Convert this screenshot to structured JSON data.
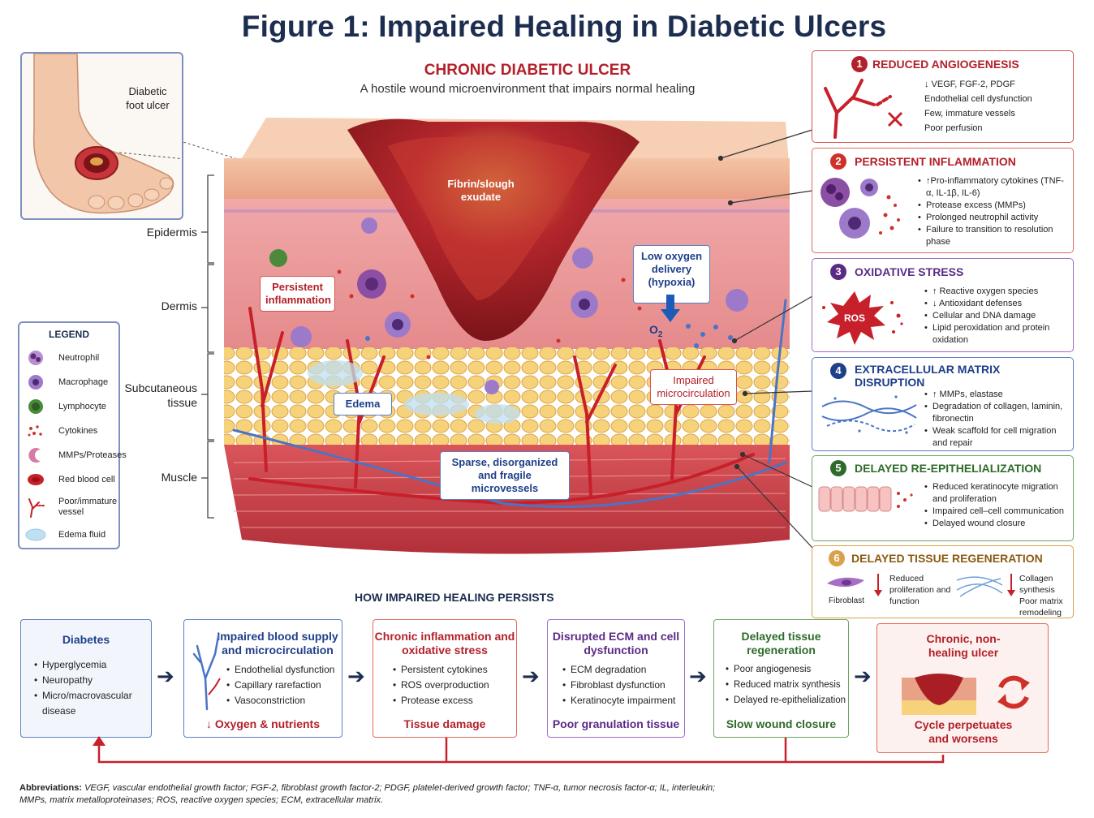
{
  "title": "Figure 1: Impaired Healing in Diabetic Ulcers",
  "main": {
    "heading": "CHRONIC DIABETIC ULCER",
    "subheading": "A hostile wound microenvironment that impairs normal healing"
  },
  "foot_inset": {
    "label": "Diabetic foot ulcer"
  },
  "layers": [
    "Epidermis",
    "Dermis",
    "Subcutaneous tissue",
    "Muscle"
  ],
  "legend": {
    "title": "LEGEND",
    "items": [
      {
        "label": "Neutrophil",
        "icon": "neutrophil-icon",
        "color": "#8b4fa3"
      },
      {
        "label": "Macrophage",
        "icon": "macrophage-icon",
        "color": "#9d7ac9"
      },
      {
        "label": "Lymphocyte",
        "icon": "lymphocyte-icon",
        "color": "#4b8a3a"
      },
      {
        "label": "Cytokines",
        "icon": "cytokines-icon",
        "color": "#d0302a"
      },
      {
        "label": "MMPs/Proteases",
        "icon": "mmp-icon",
        "color": "#d97aa6"
      },
      {
        "label": "Red blood cell",
        "icon": "rbc-icon",
        "color": "#c8202a"
      },
      {
        "label": "Poor/immature vessel",
        "icon": "vessel-icon",
        "color": "#c8202a"
      },
      {
        "label": "Edema fluid",
        "icon": "edema-icon",
        "color": "#9cc8e8"
      }
    ]
  },
  "callouts": {
    "fibrin": "Fibrin/slough exudate",
    "inflammation": "Persistent inflammation",
    "oxygen": "Low oxygen delivery (hypoxia)",
    "o2": "O",
    "o2_sub": "2",
    "edema": "Edema",
    "microcirculation": "Impaired microcirculation",
    "microvessels": "Sparse, disorganized and fragile microvessels"
  },
  "panels": [
    {
      "num": "1",
      "title": "REDUCED ANGIOGENESIS",
      "color": "#b3202a",
      "border": "#d9534f",
      "items": [
        "↓ VEGF, FGF-2, PDGF",
        "Endothelial cell dysfunction",
        "Few, immature vessels",
        "Poor perfusion"
      ]
    },
    {
      "num": "2",
      "title": "PERSISTENT INFLAMMATION",
      "color": "#b3202a",
      "border": "#e06b5a",
      "items": [
        "↑Pro-inflammatory cytokines (TNF-α, IL-1β, IL-6)",
        "Protease excess (MMPs)",
        "Prolonged neutrophil activity",
        "Failure to transition to resolution phase"
      ]
    },
    {
      "num": "3",
      "title": "OXIDATIVE STRESS",
      "color": "#5b2a86",
      "border": "#9b6fc4",
      "items": [
        "↑ Reactive oxygen species",
        "↓ Antioxidant defenses",
        "Cellular and DNA damage",
        "Lipid peroxidation and protein oxidation"
      ],
      "badge": "ROS"
    },
    {
      "num": "4",
      "title": "EXTRACELLULAR MATRIX DISRUPTION",
      "color": "#1e3f8a",
      "border": "#5a7fc4",
      "items": [
        "↑ MMPs, elastase",
        "Degradation of collagen, laminin, fibronectin",
        "Weak scaffold for cell migration and repair"
      ]
    },
    {
      "num": "5",
      "title": "DELAYED RE-EPITHELIALIZATION",
      "color": "#2e6b2a",
      "border": "#6aa85f",
      "items": [
        "Reduced keratinocyte migration and proliferation",
        "Impaired cell–cell communication",
        "Delayed wound closure"
      ]
    },
    {
      "num": "6",
      "title": "DELAYED TISSUE REGENERATION",
      "color": "#8a5a12",
      "border": "#d9a14a",
      "fibroblast": "Fibroblast",
      "col1": "Reduced proliferation and function",
      "col2": "Collagen synthesis Poor matrix remodeling"
    }
  ],
  "flow": {
    "title": "HOW IMPAIRED HEALING PERSISTS",
    "boxes": [
      {
        "title": "Diabetes",
        "color": "#1e3f8a",
        "border": "#5a7fc4",
        "bg": "#f2f6fc",
        "items": [
          "Hyperglycemia",
          "Neuropathy",
          "Micro/macrovascular disease"
        ],
        "footer": ""
      },
      {
        "title": "Impaired blood supply and microcirculation",
        "color": "#1e3f8a",
        "border": "#5a7fc4",
        "bg": "#ffffff",
        "items": [
          "Endothelial dysfunction",
          "Capillary rarefaction",
          "Vasoconstriction"
        ],
        "footer": "↓ Oxygen & nutrients",
        "footer_color": "#b3202a"
      },
      {
        "title": "Chronic inflammation and oxidative stress",
        "color": "#b3202a",
        "border": "#e06b5a",
        "bg": "#ffffff",
        "items": [
          "Persistent cytokines",
          "ROS overproduction",
          "Protease excess"
        ],
        "footer": "Tissue damage",
        "footer_color": "#b3202a"
      },
      {
        "title": "Disrupted ECM and cell dysfunction",
        "color": "#5b2a86",
        "border": "#9b6fc4",
        "bg": "#ffffff",
        "items": [
          "ECM degradation",
          "Fibroblast dysfunction",
          "Keratinocyte impairment"
        ],
        "footer": "Poor granulation tissue",
        "footer_color": "#5b2a86"
      },
      {
        "title": "Delayed tissue regeneration",
        "color": "#2e6b2a",
        "border": "#6aa85f",
        "bg": "#ffffff",
        "items": [
          "Poor angiogenesis",
          "Reduced matrix synthesis",
          "Delayed re-epithelialization"
        ],
        "footer": "Slow wound closure",
        "footer_color": "#2e6b2a"
      },
      {
        "title": "Chronic, non-healing ulcer",
        "color": "#b3202a",
        "border": "#e06b5a",
        "bg": "#fdf1ef",
        "items": [],
        "footer": "Cycle perpetuates and worsens",
        "footer_color": "#b3202a"
      }
    ]
  },
  "abbreviations": {
    "l1_prefix": "Abbreviations:",
    "l1": " VEGF, vascular endothelial growth factor; FGF-2, fibroblast growth factor-2; PDGF, platelet-derived growth factor; TNF-α, tumor necrosis factor-α; IL, interleukin;",
    "l2": "MMPs, matrix metalloproteinases; ROS, reactive oxygen species; ECM, extracellular matrix."
  }
}
